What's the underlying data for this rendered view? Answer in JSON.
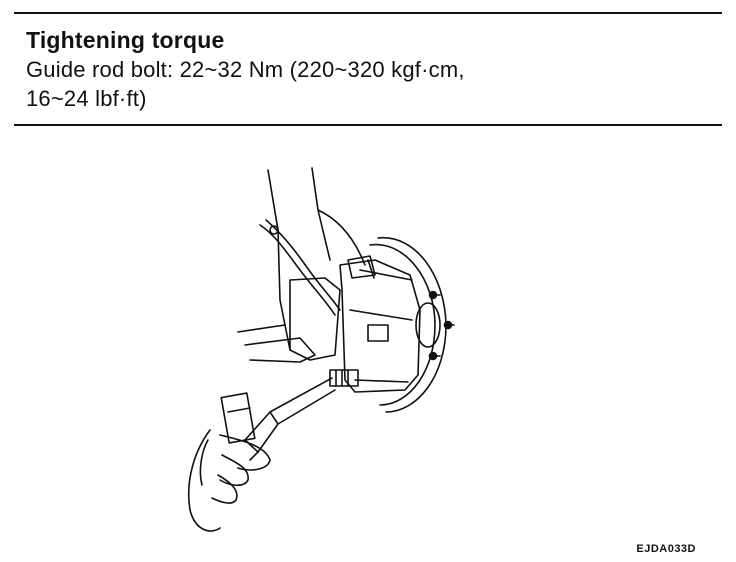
{
  "spec": {
    "title": "Tightening torque",
    "line1": "Guide rod bolt: 22~32 Nm (220~320 kgf·cm,",
    "line2": "16~24 lbf·ft)"
  },
  "figure": {
    "code": "EJDA033D",
    "subject": "caliper-guide-rod-bolt-tightening"
  },
  "colors": {
    "ink": "#111111",
    "background": "#ffffff"
  }
}
